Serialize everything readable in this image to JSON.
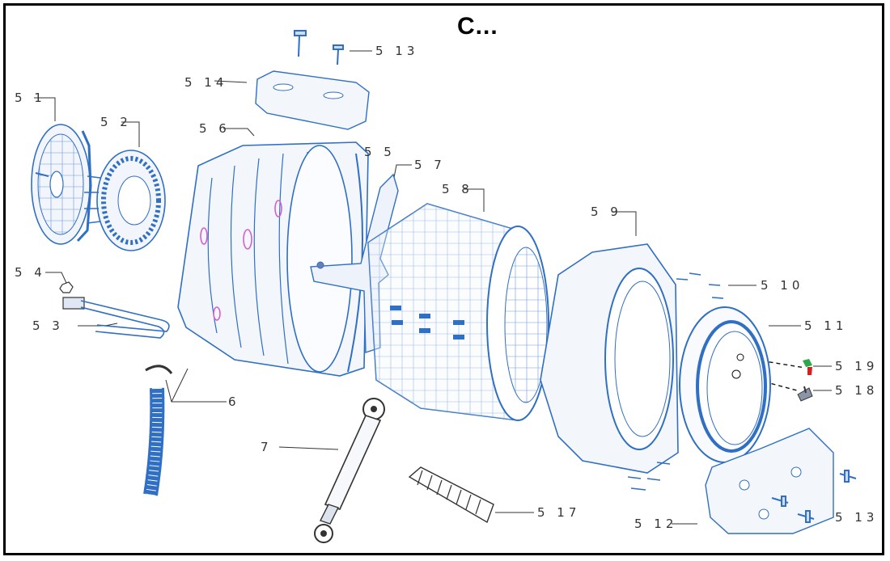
{
  "title": "C...",
  "colors": {
    "part_stroke": "#2f6fc4",
    "part_fill": "#eef3fb",
    "accent_magenta": "#d35fd3",
    "leader": "#333333",
    "red_clip": "#d32020",
    "green_clip": "#2aa84a"
  },
  "labels": {
    "p51": "5 1",
    "p52": "5 2",
    "p53": "5 3",
    "p54": "5 4",
    "p55": "5 5",
    "p56": "5 6",
    "p57": "5 7",
    "p58": "5 8",
    "p59": "5 9",
    "p510": "5 10",
    "p511": "5 11",
    "p512": "5 12",
    "p513_top": "5 13",
    "p513_bottom": "5 13",
    "p514": "5 14",
    "p517": "5 17",
    "p518": "5 18",
    "p519": "5 19",
    "p6": "6",
    "p7": "7"
  }
}
